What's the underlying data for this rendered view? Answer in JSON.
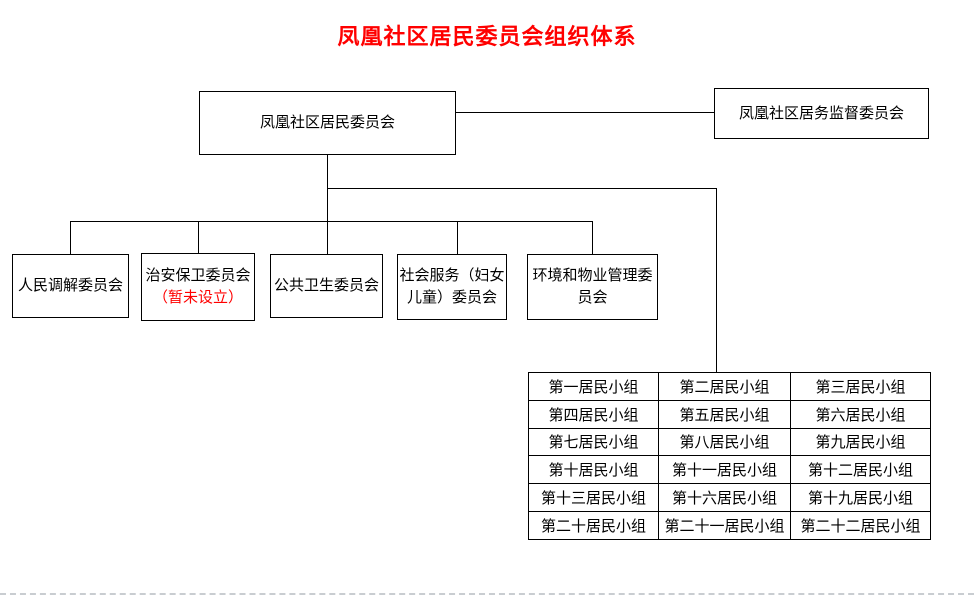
{
  "title": "凤凰社区居民委员会组织体系",
  "colors": {
    "title": "#ff0000",
    "note": "#ff0000",
    "line": "#000000",
    "box_border": "#000000",
    "text": "#000000"
  },
  "root": {
    "label": "凤凰社区居民委员会"
  },
  "supervision": {
    "label": "凤凰社区居务监督委员会"
  },
  "committees": [
    {
      "label": "人民调解委员会",
      "note": ""
    },
    {
      "label": "治安保卫委员会",
      "note": "（暂未设立）"
    },
    {
      "label": "公共卫生委员会",
      "note": ""
    },
    {
      "label": "社会服务（妇女儿童）委员会",
      "note": ""
    },
    {
      "label": "环境和物业管理委员会",
      "note": ""
    }
  ],
  "groups": [
    [
      "第一居民小组",
      "第二居民小组",
      "第三居民小组"
    ],
    [
      "第四居民小组",
      "第五居民小组",
      "第六居民小组"
    ],
    [
      "第七居民小组",
      "第八居民小组",
      "第九居民小组"
    ],
    [
      "第十居民小组",
      "第十一居民小组",
      "第十二居民小组"
    ],
    [
      "第十三居民小组",
      "第十六居民小组",
      "第十九居民小组"
    ],
    [
      "第二十居民小组",
      "第二十一居民小组",
      "第二十二居民小组"
    ]
  ]
}
